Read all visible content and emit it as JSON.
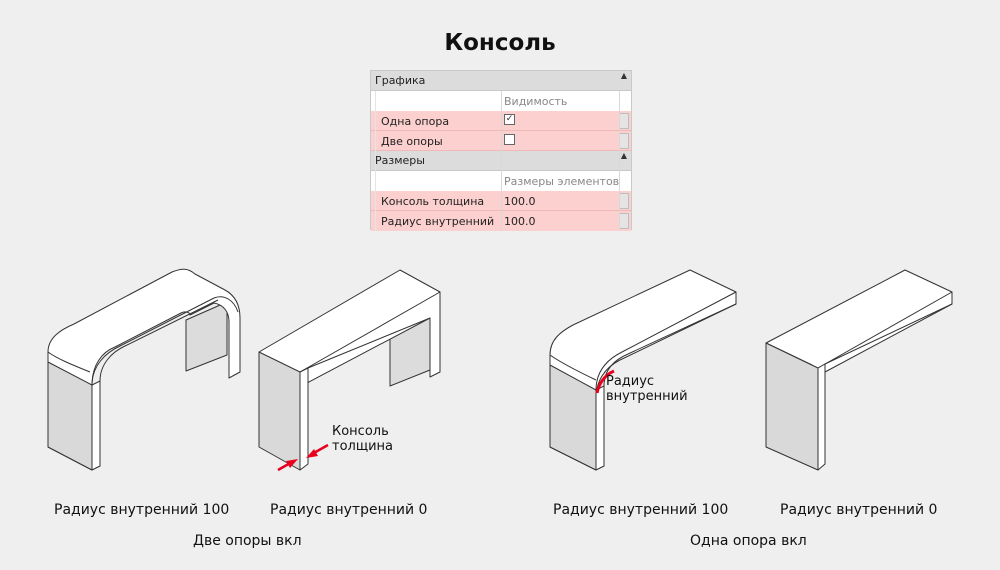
{
  "title": "Консоль",
  "panel": {
    "groups": [
      {
        "label": "Графика",
        "header_value": "Видимость",
        "rows": [
          {
            "label": "Одна опора",
            "checked": true
          },
          {
            "label": "Две опоры",
            "checked": false
          }
        ]
      },
      {
        "label": "Размеры",
        "header_value": "Размеры элементов",
        "rows": [
          {
            "label": "Консоль толщина",
            "value": "100.0"
          },
          {
            "label": "Радиус внутренний",
            "value": "100.0"
          }
        ]
      }
    ]
  },
  "annotations": {
    "thickness": "Консоль\nтолщина",
    "radius": "Радиус\nвнутренний"
  },
  "captions": {
    "fig1": "Радиус внутренний 100",
    "fig2": "Радиус внутренний 0",
    "fig3": "Радиус внутренний 100",
    "fig4": "Радиус внутренний 0",
    "group_left": "Две опоры вкл",
    "group_right": "Одна опора вкл"
  },
  "colors": {
    "highlight": "#fbd0cf",
    "arrow": "#e8001c",
    "face_top": "#ffffff",
    "face_side": "#d9d9d9"
  }
}
